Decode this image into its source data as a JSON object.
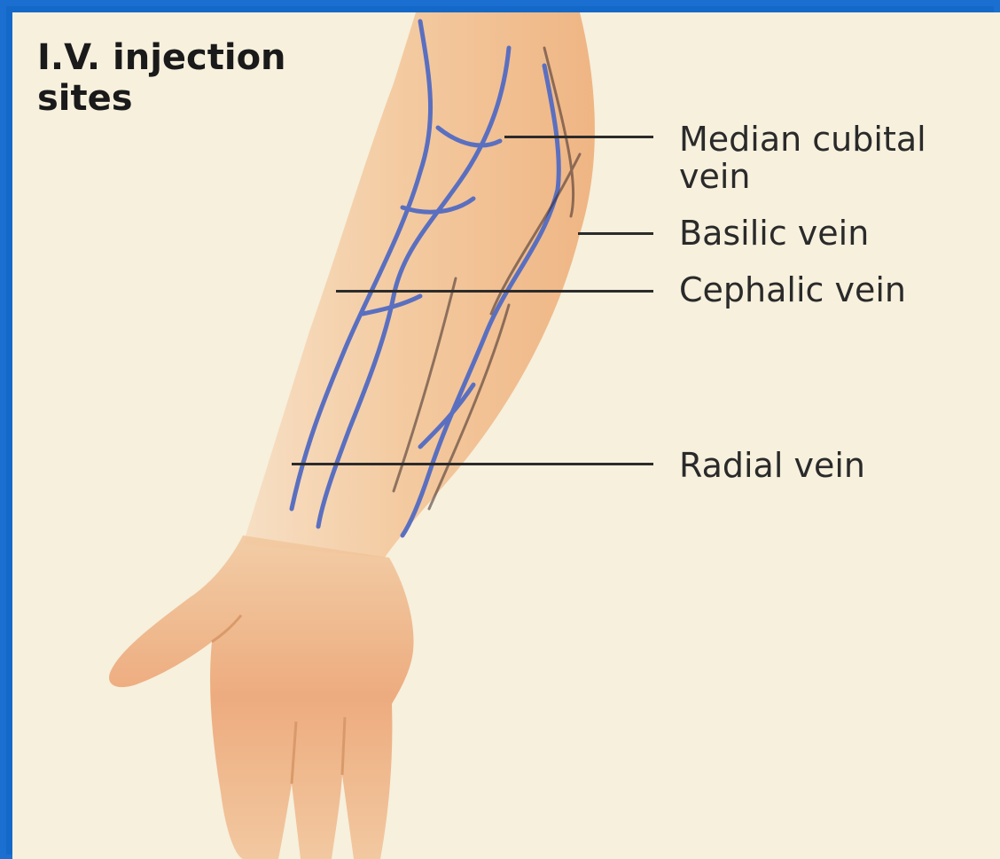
{
  "title": "I.V. injection\nsites",
  "labels": {
    "median_cubital": "Median cubital\nvein",
    "basilic": "Basilic vein",
    "cephalic": "Cephalic vein",
    "radial": "Radial vein"
  },
  "colors": {
    "border": "#1469c8",
    "background": "#f6f0dd",
    "skin": "#f0b07a",
    "vein": "#5a6fc0"
  }
}
